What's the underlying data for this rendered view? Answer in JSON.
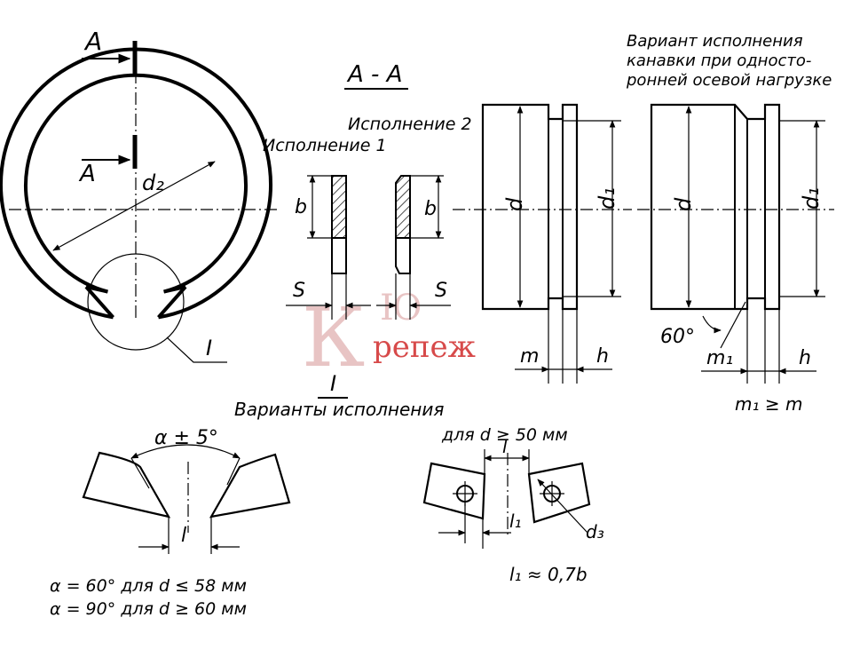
{
  "watermark": {
    "mark_k": "К",
    "word_top": "Ю",
    "word_bottom": "репеж"
  },
  "main_view": {
    "section_letter_top": "A",
    "section_letter_inner": "A",
    "dim_d2": "d₂",
    "detail_ref": "I"
  },
  "section": {
    "title": "A - A",
    "variant1": "Исполнение 1",
    "variant2": "Исполнение 2",
    "dim_b_left": "b",
    "dim_b_right": "b",
    "dim_s_left": "S",
    "dim_s_right": "S"
  },
  "groove": {
    "dim_d": "d",
    "dim_d1": "d₁",
    "dim_m": "m",
    "dim_h": "h"
  },
  "one_side": {
    "caption_line1": "Вариант исполнения",
    "caption_line2": "канавки при односто-",
    "caption_line3": "ронней осевой нагрузке",
    "dim_d": "d",
    "dim_d1": "d₁",
    "angle": "60°",
    "dim_m1": "m₁",
    "dim_h": "h",
    "relation": "m₁ ≥ m"
  },
  "detail": {
    "ref": "I",
    "caption": "Варианты исполнения",
    "angle_label": "α ± 5°",
    "dim_l": "l",
    "note1": "α = 60° для  d ≤ 58 мм",
    "note2": "α = 90° для  d ≥ 60 мм"
  },
  "detail2": {
    "condition": "для  d ≥ 50 мм",
    "dim_l": "l",
    "dim_l1": "l₁",
    "dim_d3": "d₃",
    "formula": "l₁ ≈ 0,7b"
  }
}
